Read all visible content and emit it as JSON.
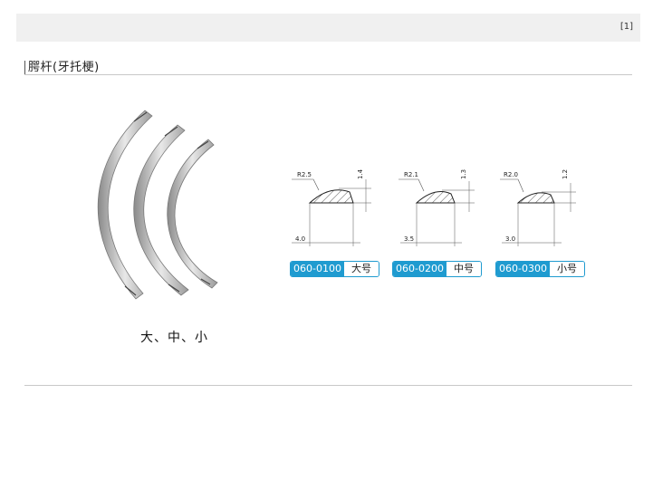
{
  "header": {
    "page_ref": "[1]"
  },
  "section": {
    "title": "腭杆(牙托梗)"
  },
  "image": {
    "caption": "大、中、小"
  },
  "products": [
    {
      "radius": "R2.5",
      "height": "1.4",
      "width": "4.0",
      "code": "060-0100",
      "size": "大号"
    },
    {
      "radius": "R2.1",
      "height": "1.3",
      "width": "3.5",
      "code": "060-0200",
      "size": "中号"
    },
    {
      "radius": "R2.0",
      "height": "1.2",
      "width": "3.0",
      "code": "060-0300",
      "size": "小号"
    }
  ],
  "colors": {
    "badge_accent": "#1f9bd0",
    "topbar_bg": "#f0f0f0"
  }
}
